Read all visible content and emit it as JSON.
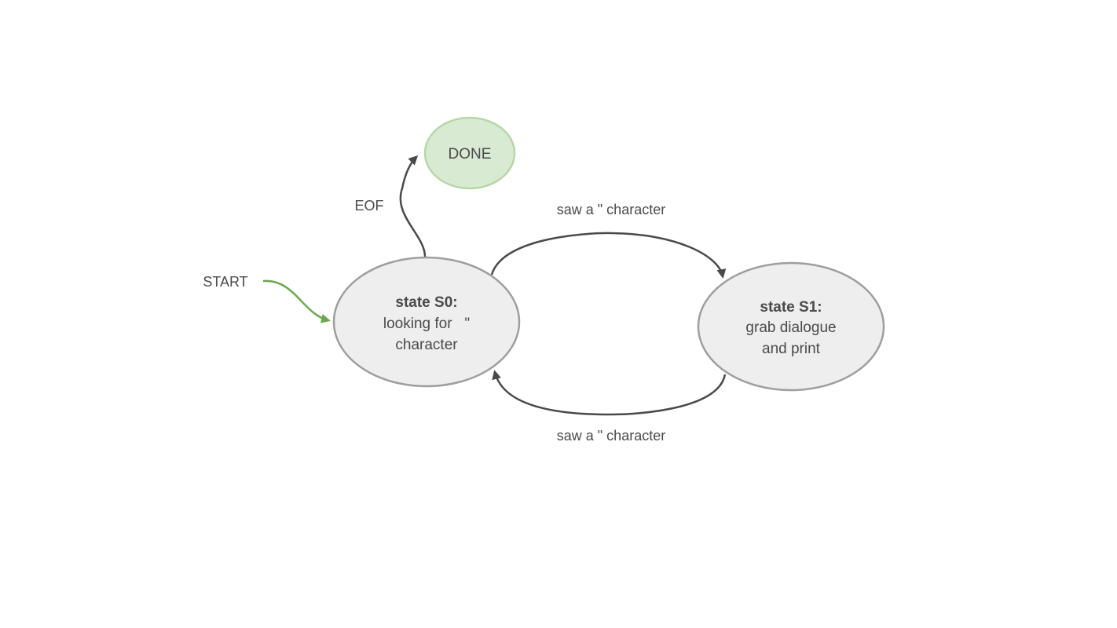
{
  "nodes": {
    "done": {
      "label": "DONE"
    },
    "s0": {
      "title": "state S0:",
      "line1": "looking for   \"",
      "line2": "character"
    },
    "s1": {
      "title": "state S1:",
      "line1": "grab dialogue",
      "line2": "and print"
    }
  },
  "labels": {
    "start": "START",
    "eof": "EOF",
    "s0_to_s1": "saw a \" character",
    "s1_to_s0": "saw a \" character"
  },
  "colors": {
    "state_fill": "#eeeeee",
    "state_stroke": "#9e9e9e",
    "done_fill": "#d9ead3",
    "done_stroke": "#b6d7a8",
    "start_arrow": "#6aa84f",
    "edge": "#4a4a4a"
  }
}
